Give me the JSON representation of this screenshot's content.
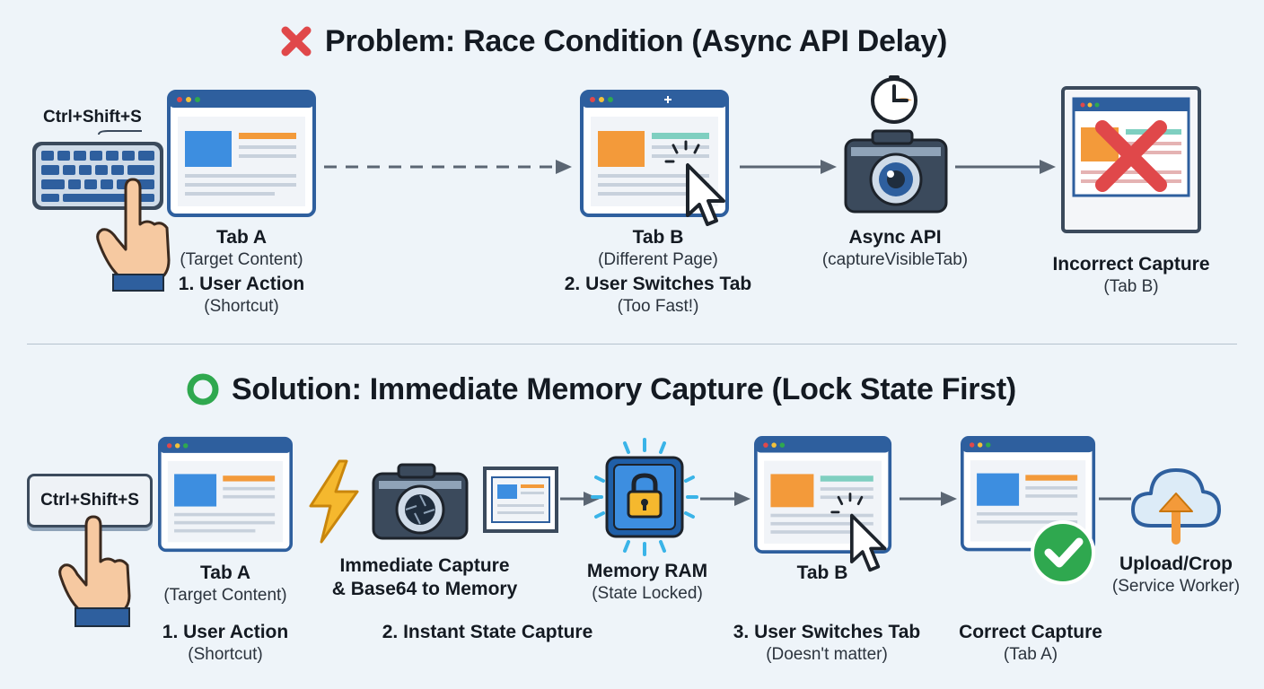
{
  "problem": {
    "title": "Problem: Race Condition (Async API Delay)",
    "shortcut": "Ctrl+Shift+S",
    "tab_a": {
      "name": "Tab A",
      "desc": "(Target Content)"
    },
    "step1": {
      "name": "1. User Action",
      "desc": "(Shortcut)"
    },
    "tab_b": {
      "name": "Tab B",
      "desc": "(Different Page)"
    },
    "step2": {
      "name": "2. User Switches Tab",
      "desc": "(Too Fast!)"
    },
    "async": {
      "name": "Async API",
      "desc": "(captureVisibleTab)"
    },
    "result": {
      "name": "Incorrect Capture",
      "desc": "(Tab B)"
    }
  },
  "solution": {
    "title": "Solution: Immediate Memory Capture (Lock State First)",
    "shortcut": "Ctrl+Shift+S",
    "tab_a": {
      "name": "Tab A",
      "desc": "(Target Content)"
    },
    "step1": {
      "name": "1. User Action",
      "desc": "(Shortcut)"
    },
    "capture": {
      "line1": "Immediate Capture",
      "line2": "& Base64 to Memory"
    },
    "step2": {
      "name": "2. Instant State Capture"
    },
    "memory": {
      "name": "Memory RAM",
      "desc": "(State Locked)"
    },
    "tab_b": {
      "name": "Tab B"
    },
    "step3": {
      "name": "3. User Switches Tab",
      "desc": "(Doesn't matter)"
    },
    "result": {
      "name": "Correct Capture",
      "desc": "(Tab A)"
    },
    "upload": {
      "name": "Upload/Crop",
      "desc": "(Service Worker)"
    }
  },
  "colors": {
    "browser_frame": "#2e5f9e",
    "accent_blue": "#3d8ee0",
    "accent_orange": "#f39a3a",
    "error_red": "#e0484a",
    "success_green": "#2fa84f",
    "arrow": "#5b6673"
  },
  "icons": [
    "cross-mark-icon",
    "circle-icon",
    "keyboard-icon",
    "pointing-hand-icon",
    "browser-window-icon",
    "cursor-click-icon",
    "clock-icon",
    "camera-icon",
    "lightning-icon",
    "safe-lock-icon",
    "check-badge-icon",
    "cloud-upload-icon"
  ]
}
